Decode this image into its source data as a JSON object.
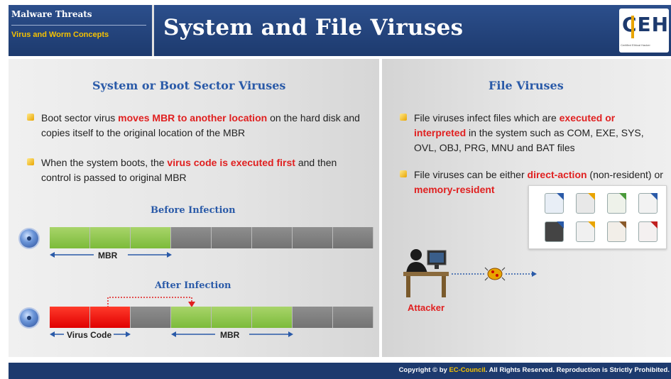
{
  "header": {
    "section": "Malware Threats",
    "subsection": "Virus and Worm Concepts",
    "title": "System and File Viruses",
    "logo_text": "CEH",
    "logo_tagline": "Certified  Ethical  Hacker"
  },
  "left": {
    "heading": "System or Boot Sector Viruses",
    "bullet1": {
      "a": "Boot sector virus ",
      "b": "moves MBR to another location",
      "c": " on the hard disk and copies itself to the original location of the MBR"
    },
    "bullet2": {
      "a": "When the system boots, the ",
      "b": "virus code is executed first",
      "c": " and then control is passed to original MBR"
    },
    "before_label": "Before Infection",
    "before_mbr_label": "MBR",
    "after_label": "After Infection",
    "after_virus_label": "Virus Code",
    "after_mbr_label": "MBR"
  },
  "right": {
    "heading": "File Viruses",
    "bullet1": {
      "a": "File viruses infect files which are ",
      "b": "executed or interpreted",
      "c": " in the system such as COM, EXE, SYS, OVL, OBJ, PRG, MNU and BAT files"
    },
    "bullet2": {
      "a": "File viruses can be either ",
      "b": "direct-action",
      "c": " (non-resident) or ",
      "d": "memory-resident"
    },
    "attacker_label": "Attacker"
  },
  "footer": {
    "pre": "Copyright © by ",
    "brand": "EC-Council",
    "post": ". All Rights Reserved. Reproduction is Strictly Prohibited."
  },
  "colors": {
    "header_blue": "#1d3a6e",
    "accent_red": "#e02020",
    "title_blue": "#2a5aa8",
    "mbr_green": "#7cbb3a"
  }
}
